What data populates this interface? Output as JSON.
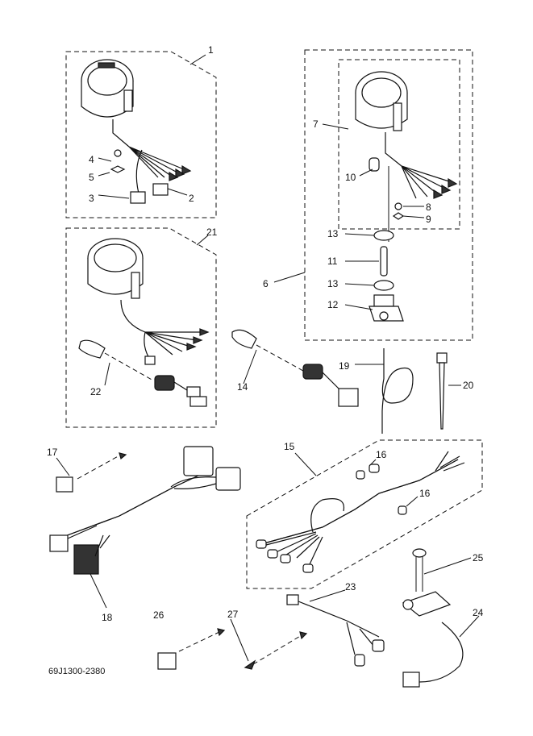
{
  "diagram": {
    "drawing_code": "69J1300-2380",
    "callouts": [
      "1",
      "2",
      "3",
      "4",
      "5",
      "6",
      "7",
      "8",
      "9",
      "10",
      "11",
      "12",
      "13",
      "13",
      "14",
      "15",
      "16",
      "16",
      "17",
      "18",
      "19",
      "20",
      "21",
      "22",
      "23",
      "24",
      "25",
      "26",
      "27"
    ],
    "colors": {
      "line": "#111111",
      "shade": "#9a9a9a",
      "background": "#ffffff"
    }
  }
}
